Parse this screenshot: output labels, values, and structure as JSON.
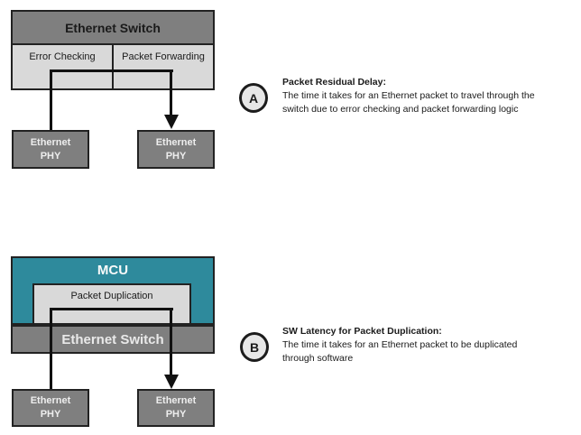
{
  "colors": {
    "teal": "#2e8a9c",
    "dark_gray": "#7f7f7f",
    "light_gray": "#d9d9d9",
    "box_border": "#222222",
    "connector": "#111111",
    "circle_fill": "#e7e7e7",
    "text_dark": "#1a1a1a",
    "text_light": "#eeeeee"
  },
  "phy": {
    "l1": "Ethernet",
    "l2": "PHY"
  },
  "diagram_a": {
    "switch_title": "Ethernet Switch",
    "cell_left": "Error Checking",
    "cell_right": "Packet Forwarding"
  },
  "diagram_b": {
    "mcu_label": "MCU",
    "duplication_label": "Packet Duplication",
    "switch_label": "Ethernet Switch"
  },
  "annotations": {
    "a": {
      "letter": "A",
      "title": "Packet Residual Delay:",
      "lines": [
        "The time it takes for an Ethernet packet to travel through the",
        "switch due to error checking and packet forwarding logic"
      ]
    },
    "b": {
      "letter": "B",
      "title": "SW Latency for Packet Duplication:",
      "lines": [
        "The time it takes for an Ethernet packet to be duplicated",
        "through software"
      ]
    }
  }
}
